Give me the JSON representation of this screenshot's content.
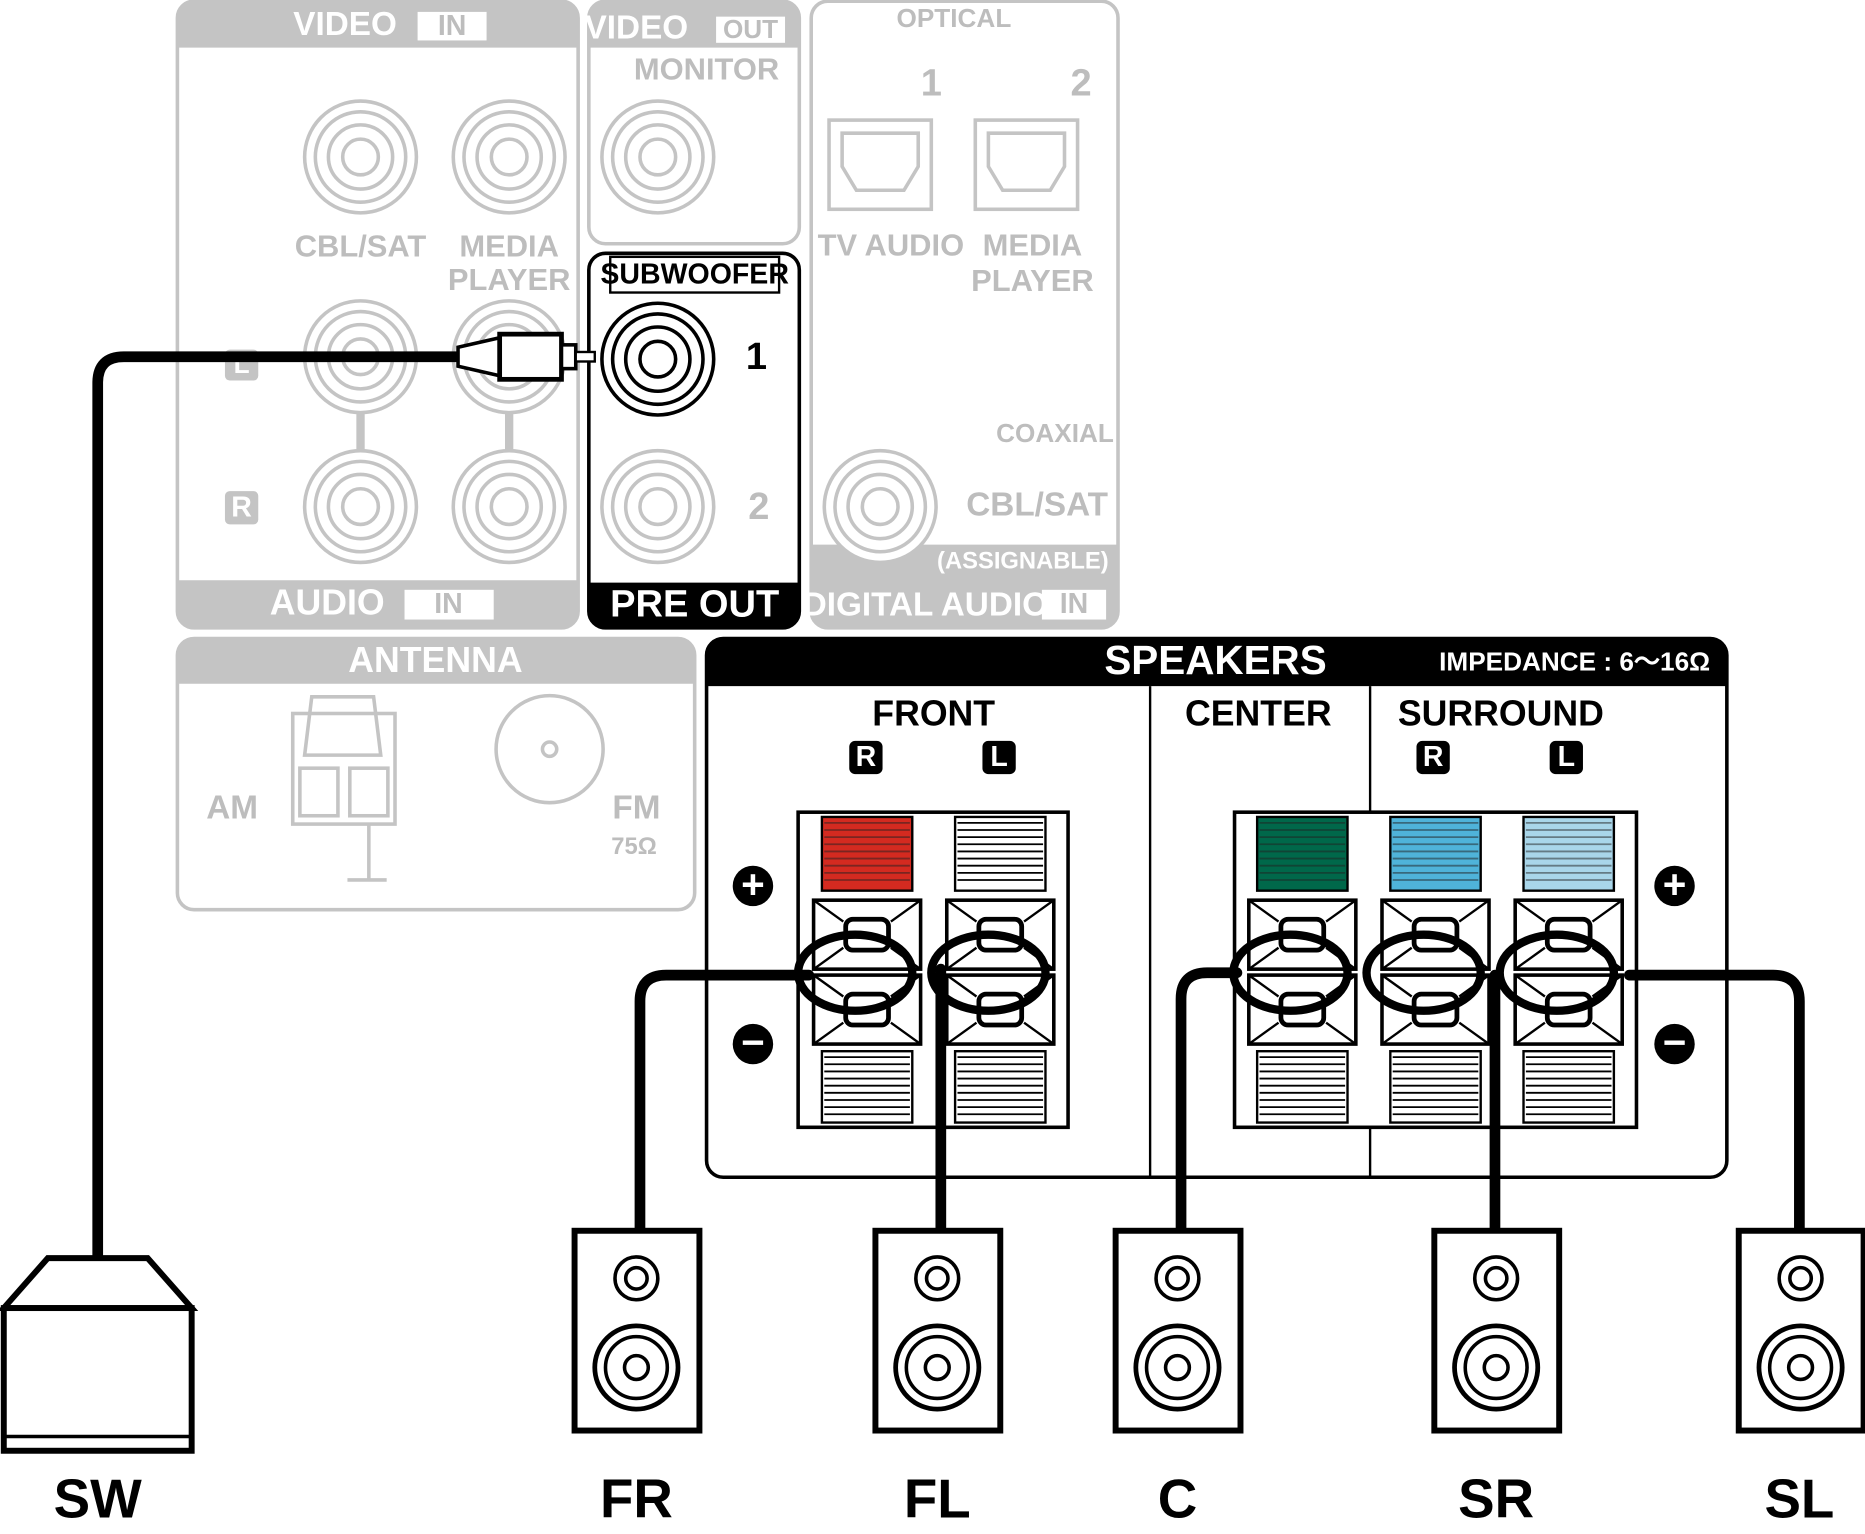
{
  "video_in": {
    "title": "VIDEO",
    "tag": "IN",
    "cbl_sat": "CBL/SAT",
    "media_player_1": "MEDIA",
    "media_player_2": "PLAYER"
  },
  "audio_in": {
    "title": "AUDIO",
    "tag": "IN",
    "left": "L",
    "right": "R"
  },
  "video_out": {
    "title": "VIDEO",
    "tag": "OUT",
    "monitor": "MONITOR"
  },
  "pre_out": {
    "subwoofer": "SUBWOOFER",
    "jack1": "1",
    "jack2": "2",
    "title": "PRE OUT"
  },
  "digital": {
    "optical": "OPTICAL",
    "port1": "1",
    "port2": "2",
    "tv_audio": "TV AUDIO",
    "media_player_1": "MEDIA",
    "media_player_2": "PLAYER",
    "coaxial": "COAXIAL",
    "cbl_sat": "CBL/SAT",
    "assignable": "(ASSIGNABLE)",
    "title": "DIGITAL AUDIO",
    "tag": "IN"
  },
  "antenna": {
    "title": "ANTENNA",
    "am": "AM",
    "fm": "FM",
    "fm_impedance": "75Ω"
  },
  "speakers": {
    "title": "SPEAKERS",
    "impedance": "IMPEDANCE : 6～16Ω",
    "front": "FRONT",
    "center": "CENTER",
    "surround": "SURROUND",
    "r": "R",
    "l": "L",
    "plus": "+",
    "minus": "−",
    "colors": {
      "fr": "#d42a20",
      "fl": "#ffffff",
      "c": "#00684a",
      "sr": "#4fb3d9",
      "sl": "#a9d6ea"
    }
  },
  "devices": [
    {
      "label": "SW"
    },
    {
      "label": "FR"
    },
    {
      "label": "FL"
    },
    {
      "label": "C"
    },
    {
      "label": "SR"
    },
    {
      "label": "SL"
    }
  ]
}
